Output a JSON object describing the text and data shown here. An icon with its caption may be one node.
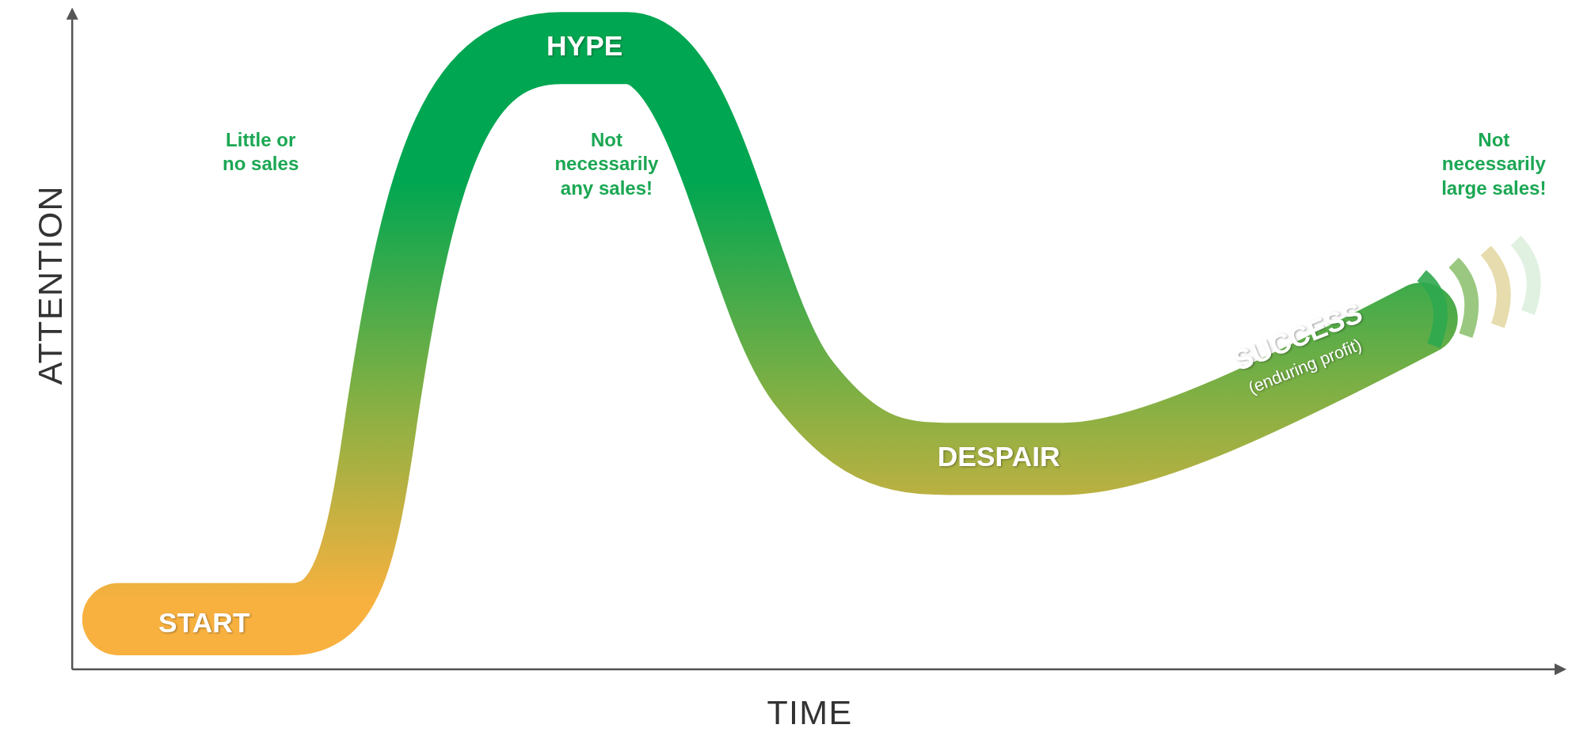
{
  "diagram": {
    "labels": [
      "ATTENTION",
      "Little or no sales",
      "HYPE",
      "Not necessarily any sales!",
      "Not necessarily large sales!",
      "SUCCESS",
      "(enduring profit)",
      "DESPAIR",
      "START",
      "TIME"
    ]
  }
}
